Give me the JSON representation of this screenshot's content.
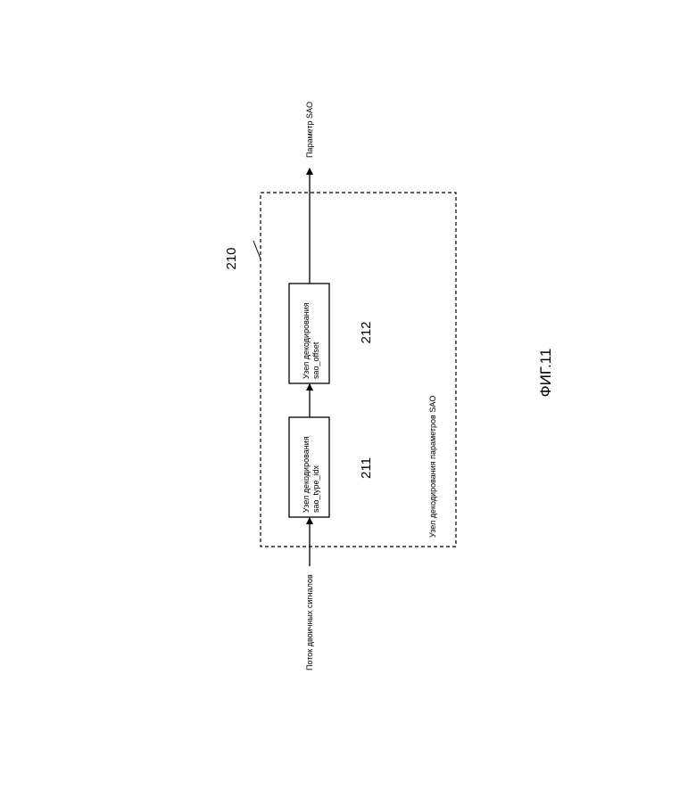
{
  "figure_label": "ФИГ.11",
  "container": {
    "ref": "210",
    "caption": "Узел декодирования параметров SAO"
  },
  "blocks": [
    {
      "ref": "211",
      "line1": "Узел декодирования",
      "line2": "sao_type_idx"
    },
    {
      "ref": "212",
      "line1": "Узел декодирования",
      "line2": "sao_offset"
    }
  ],
  "input_label": "Поток двоичных сигналов",
  "output_label": "Параметр SAO"
}
